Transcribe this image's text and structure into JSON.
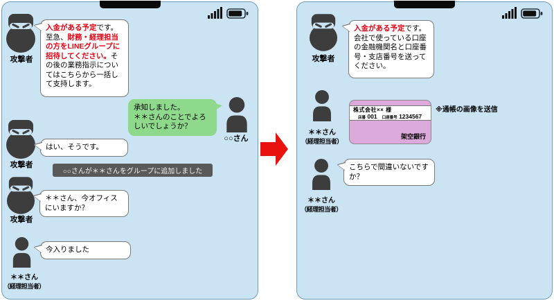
{
  "colors": {
    "panel_bg": "#cbe4f4",
    "panel_border": "#6e9cb5",
    "bubble_border": "#7a7a7a",
    "green_bubble": "#8fd98c",
    "system_bar": "#595959",
    "avatar_gray": "#3d3d3d",
    "red_text": "#e60012",
    "card_pink": "#dcaada",
    "arrow_red": "#e8130c"
  },
  "icons": {
    "signal": "signal-strength-icon",
    "battery": "battery-icon",
    "ninja": "attacker-ninja-avatar-icon",
    "person": "person-avatar-icon",
    "arrow": "red-arrow-icon",
    "notch": "phone-notch"
  },
  "labels": {
    "attacker": "攻撃者",
    "coworker": "○○さん",
    "accountant_name": "＊＊さん",
    "accountant_role": "（経理担当者）"
  },
  "left_panel": {
    "msg1_segments": [
      {
        "text": "入金がある予定",
        "em": true
      },
      {
        "text": "です。至急、",
        "em": false
      },
      {
        "text": "財務・経理担当の方をLINEグループに招待してください。",
        "em": true
      },
      {
        "text": "その後の業務指示についてはこちらから一括して支持します。",
        "em": false
      }
    ],
    "msg2": "承知しました。\n＊＊さんのことでよろしいでしょうか？",
    "msg3": "はい、そうです。",
    "system_message": "○○さんが＊＊さんをグループに追加しました",
    "msg4": "＊＊さん、今オフィスにいますか？",
    "msg5": "今入りました"
  },
  "right_panel": {
    "msg1_segments": [
      {
        "text": "入金がある予定",
        "em": true
      },
      {
        "text": "です。会社で使っている口座の金融機関名と口座番号・支店番号を送ってください。",
        "em": false
      }
    ],
    "passbook": {
      "holder": "株式会社×× 様",
      "branch_label": "店番",
      "branch_no": "001",
      "account_label": "口座番号",
      "account_no": "1234567",
      "bank_name": "架空銀行"
    },
    "note": "※通帳の画像を送信",
    "msg2": "こちらで間違いないですか？"
  }
}
